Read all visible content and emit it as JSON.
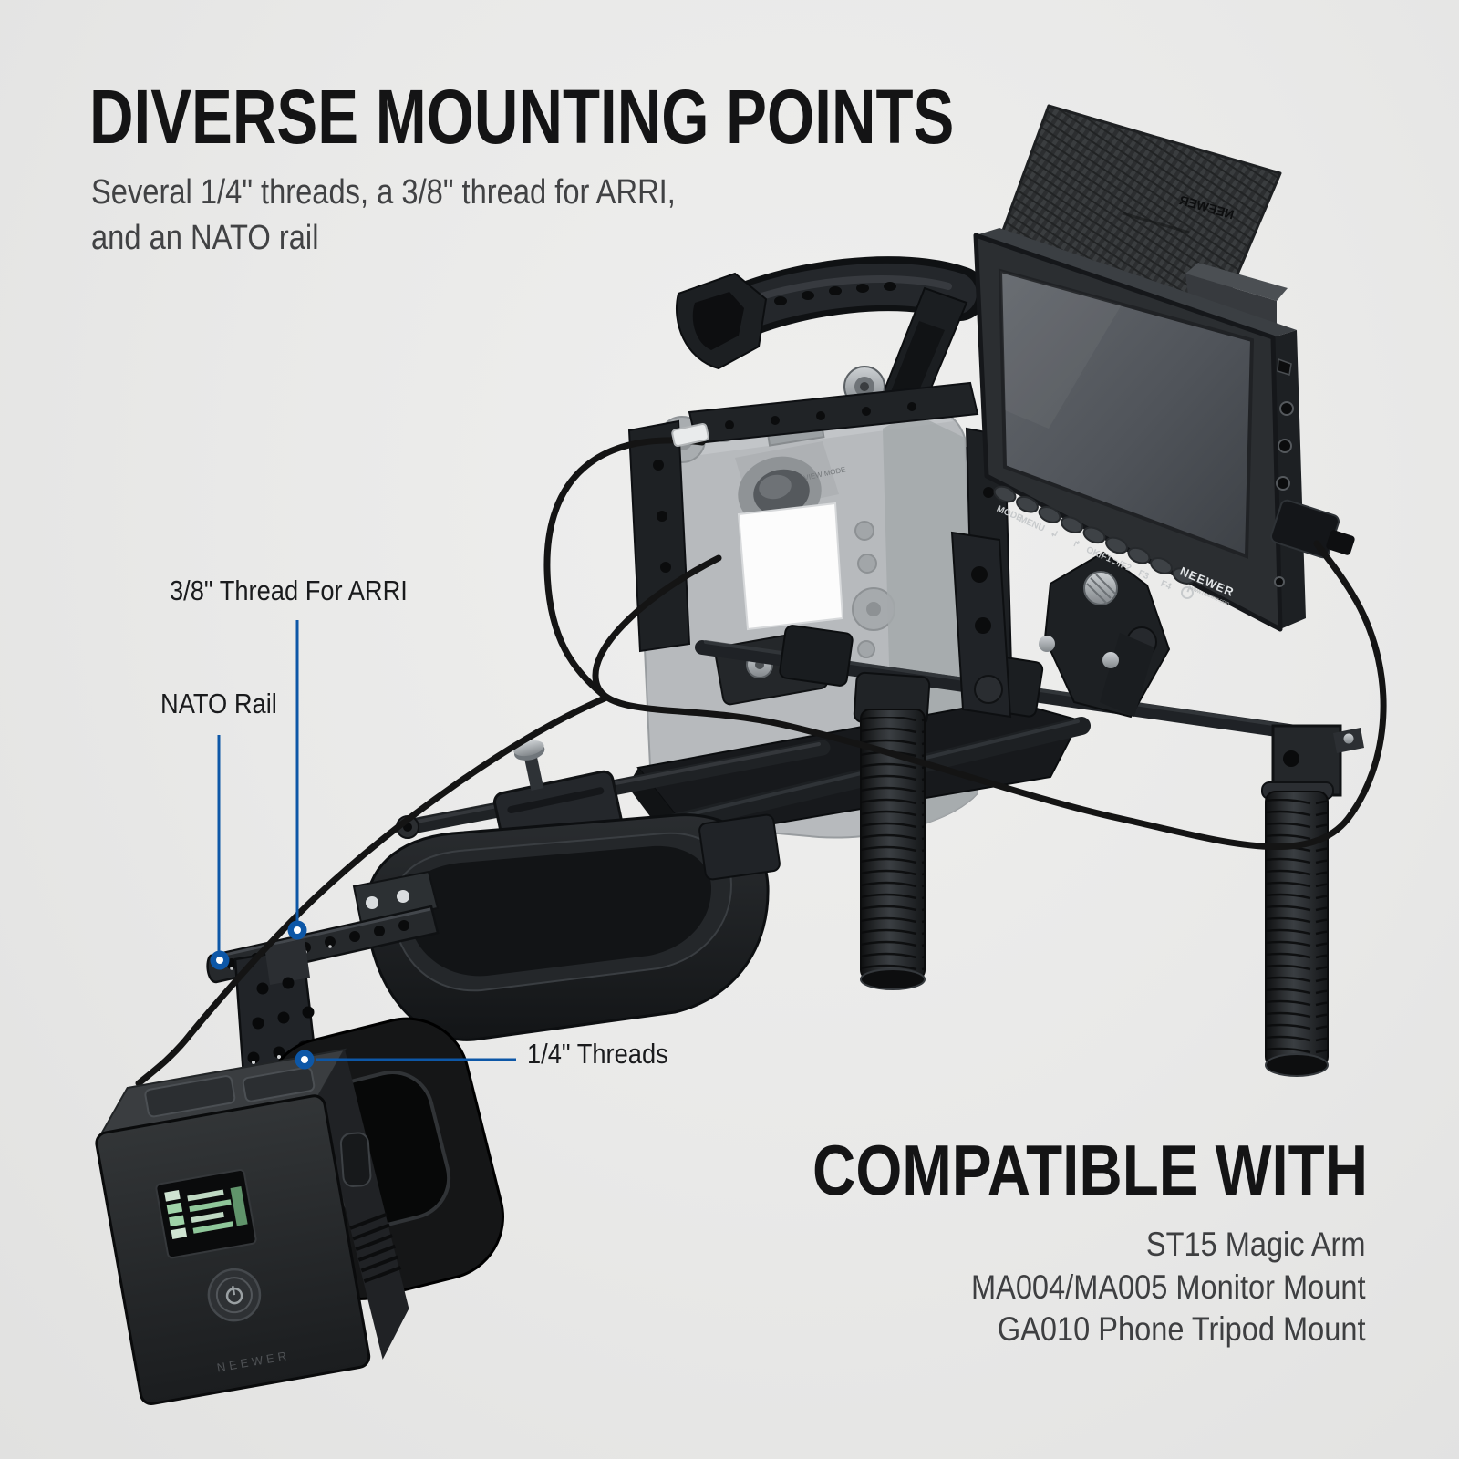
{
  "page": {
    "background": "#e9e9e8",
    "accent_blue": "#0d57a7"
  },
  "header": {
    "title": "DIVERSE MOUNTING POINTS",
    "subtitle_line1": "Several 1/4\" threads, a 3/8\" thread for ARRI,",
    "subtitle_line2": "and an NATO rail"
  },
  "callouts": {
    "arri": {
      "label": "3/8\" Thread For ARRI"
    },
    "nato": {
      "label": "NATO Rail"
    },
    "quarter": {
      "label": "1/4\" Threads"
    }
  },
  "compatible": {
    "heading": "COMPATIBLE WITH",
    "items": [
      "ST15 Magic Arm",
      "MA004/MA005 Monitor Mount",
      "GA010 Phone Tripod Mount"
    ]
  },
  "monitor": {
    "brand": "NEEWER",
    "brand_url": "www.neewer.com",
    "buttons": [
      "MODE",
      "MENU",
      "↲",
      "↱",
      "OK/F1",
      "⊃/F2",
      "F3",
      "F4",
      "⏻"
    ]
  },
  "flag": {
    "brand": "NEEWER"
  },
  "battery": {
    "brand": "NEEWER"
  },
  "camera": {
    "viewfinder_label": "VIEW MODE"
  }
}
